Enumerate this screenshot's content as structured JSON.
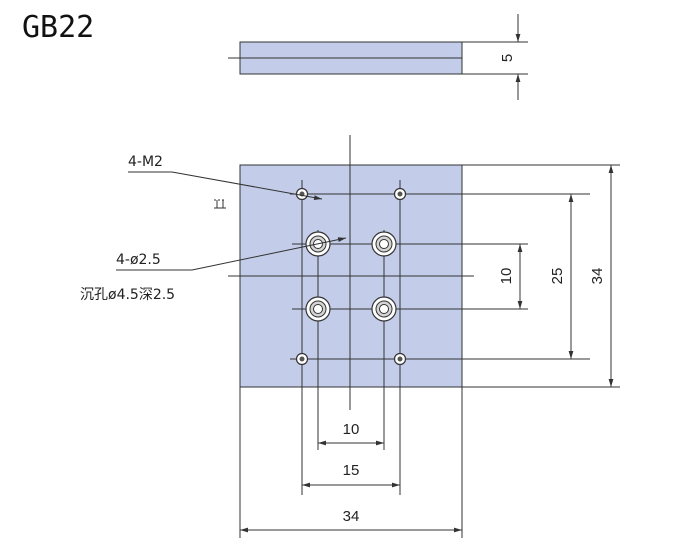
{
  "title": "GB22",
  "notes": {
    "tapped_holes": "4-M2",
    "through_holes": "4-ø2.5",
    "counterbore": "沉孔ø4.5深2.5"
  },
  "dimensions": {
    "thickness": "5",
    "height_total": "34",
    "vertical_outer_spacing": "25",
    "vertical_inner_spacing": "10",
    "horizontal_inner_spacing": "10",
    "horizontal_outer_spacing": "15",
    "width_total": "34"
  },
  "colors": {
    "plate_fill": "#c3cce8",
    "line": "#333333"
  }
}
